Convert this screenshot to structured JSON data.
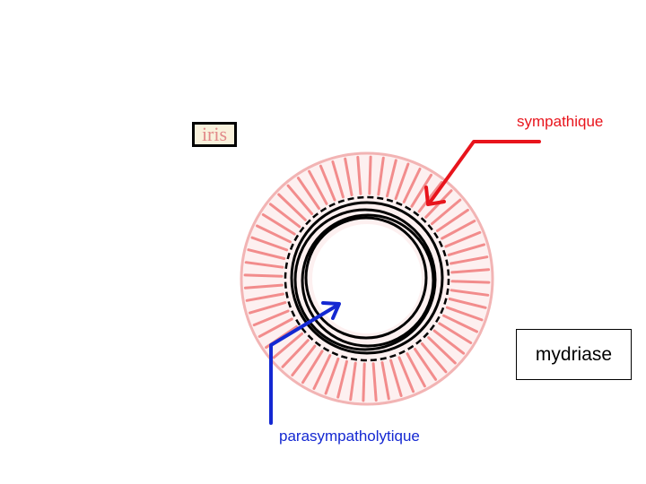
{
  "labels": {
    "iris": "iris",
    "sympathique": "sympathique",
    "parasympatholytique": "parasympatholytique",
    "mydriase": "mydriase"
  },
  "colors": {
    "iris_text": "#e28a8a",
    "iris_box_bg": "#f9f1dc",
    "iris_fill": "#fdf0f0",
    "iris_outline": "#f2b4b4",
    "radial_fibers": "#f28c8c",
    "sphincter_rings": "#000000",
    "sympathique": "#e8141c",
    "parasympatholytique": "#1428d2"
  },
  "diagram": {
    "radial_fiber_count": 60,
    "sphincter_ring_count": 4
  }
}
